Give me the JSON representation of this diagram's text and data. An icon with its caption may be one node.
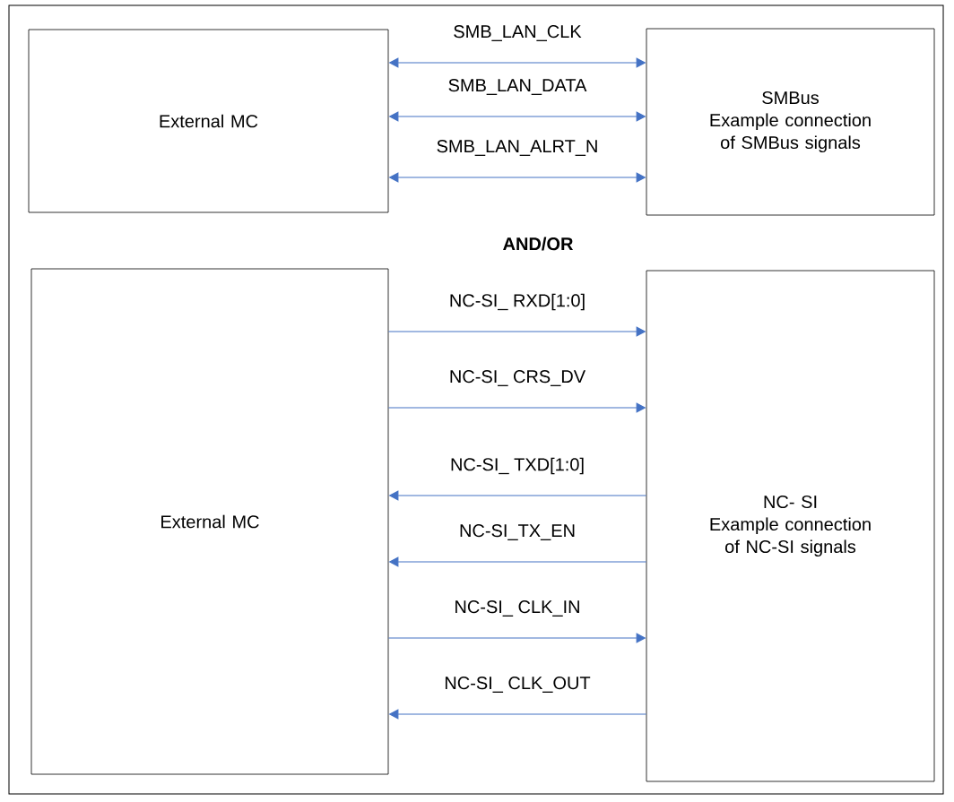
{
  "diagram": {
    "nodes": [
      {
        "text": [
          "External MC"
        ]
      },
      {
        "text": [
          "SMBus",
          "Example connection of SMBus signals"
        ]
      },
      {
        "text": [
          "External MC"
        ]
      },
      {
        "text": [
          "NC- SI",
          "Example connection of NC-SI signals"
        ]
      }
    ],
    "edges": [
      {
        "from": 0,
        "to": 1,
        "arrow": "both",
        "label": "SMB_LAN_CLK"
      },
      {
        "from": 0,
        "to": 1,
        "arrow": "both",
        "label": "SMB_LAN_DATA"
      },
      {
        "from": 0,
        "to": 1,
        "arrow": "both",
        "label": "SMB_LAN_ALRT_N"
      },
      {
        "from": 2,
        "to": 3,
        "arrow": "to",
        "label": "NC-SI_ RXD[1:0]"
      },
      {
        "from": 2,
        "to": 3,
        "arrow": "to",
        "label": "NC-SI_ CRS_DV"
      },
      {
        "from": 3,
        "to": 2,
        "arrow": "to",
        "label": "NC-SI_ TXD[1:0]"
      },
      {
        "from": 3,
        "to": 2,
        "arrow": "to",
        "label": "NC-SI_TX_EN"
      },
      {
        "from": 2,
        "to": 3,
        "arrow": "to",
        "label": "NC-SI_ CLK_IN"
      },
      {
        "from": 3,
        "to": 2,
        "arrow": "to",
        "label": "NC-SI_ CLK_OUT"
      }
    ],
    "labels": [
      "AND/OR"
    ]
  }
}
